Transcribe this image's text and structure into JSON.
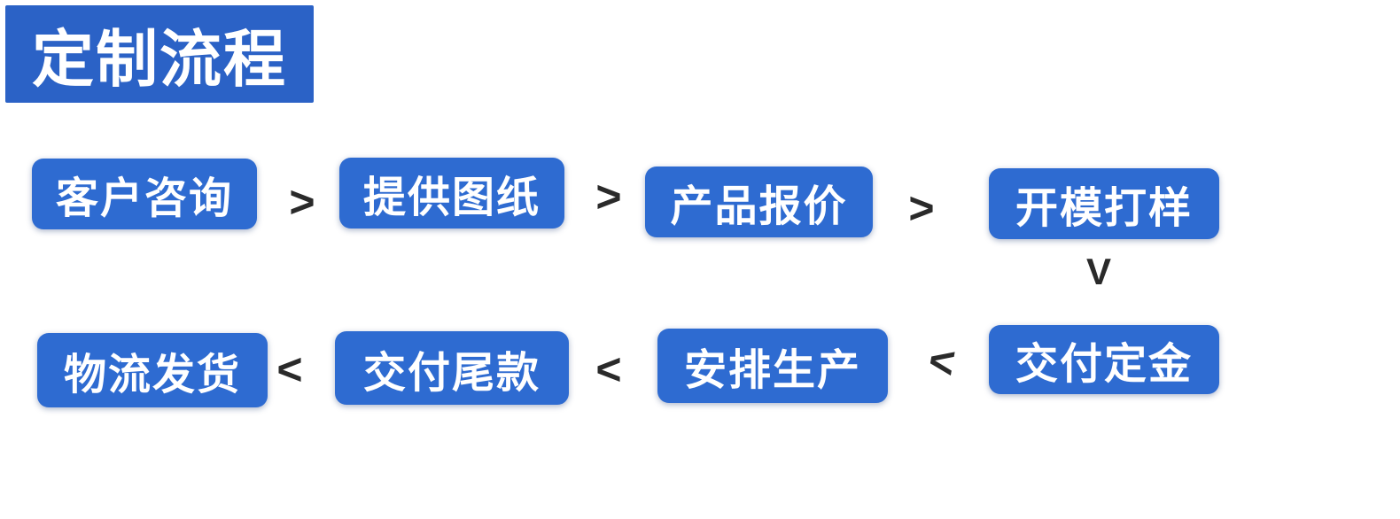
{
  "page": {
    "background": "#ffffff"
  },
  "title": {
    "text": "定制流程",
    "bg": "#2b62c6",
    "color": "#ffffff"
  },
  "flow": {
    "box_bg": "#2e6bd1",
    "box_text_color": "#ffffff",
    "arrow_color": "#2a2a2a",
    "row1": [
      {
        "label": "客户咨询"
      },
      {
        "label": "提供图纸"
      },
      {
        "label": "产品报价"
      },
      {
        "label": "开模打样"
      }
    ],
    "row1_arrows": [
      ">",
      ">",
      ">"
    ],
    "down_arrow": "V",
    "row2": [
      {
        "label": "物流发货"
      },
      {
        "label": "交付尾款"
      },
      {
        "label": "安排生产"
      },
      {
        "label": "交付定金"
      }
    ],
    "row2_arrows": [
      "<",
      "<",
      "<"
    ]
  }
}
